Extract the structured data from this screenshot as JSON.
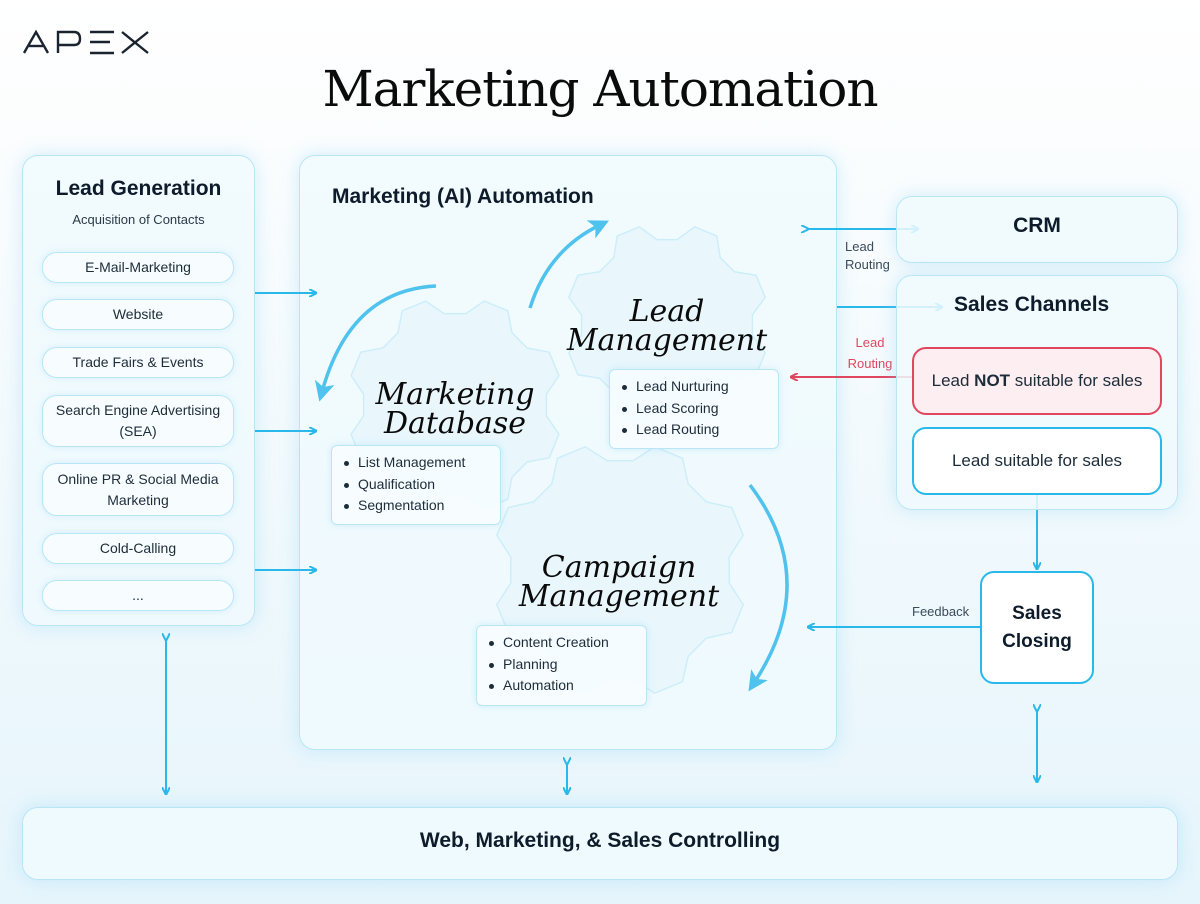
{
  "brand": {
    "logo_text": "APEX"
  },
  "title": "Marketing Automation",
  "lead_generation": {
    "title": "Lead Generation",
    "subtitle": "Acquisition of Contacts",
    "items": [
      "E-Mail-Marketing",
      "Website",
      "Trade Fairs & Events",
      "Search Engine Advertising (SEA)",
      "Online PR & Social Media Marketing",
      "Cold-Calling",
      "..."
    ]
  },
  "automation": {
    "title": "Marketing (AI) Automation",
    "gears": {
      "database": {
        "title_line1": "Marketing",
        "title_line2": "Database",
        "bullets": [
          "List Management",
          "Qualification",
          "Segmentation"
        ]
      },
      "lead": {
        "title_line1": "Lead",
        "title_line2": "Management",
        "bullets": [
          "Lead Nurturing",
          "Lead Scoring",
          "Lead Routing"
        ]
      },
      "campaign": {
        "title_line1": "Campaign",
        "title_line2": "Management",
        "bullets": [
          "Content Creation",
          "Planning",
          "Automation"
        ]
      }
    }
  },
  "crm": {
    "label": "CRM"
  },
  "routing_labels": {
    "crm_line1": "Lead",
    "crm_line2": "Routing",
    "red_line1": "Lead",
    "red_line2": "Routing",
    "feedback": "Feedback"
  },
  "sales_channels": {
    "title": "Sales Channels",
    "not_suitable_pre": "Lead ",
    "not_suitable_bold": "NOT",
    "not_suitable_post": " suitable for sales",
    "suitable": "Lead suitable for sales"
  },
  "sales_closing": {
    "line1": "Sales",
    "line2": "Closing"
  },
  "controlling": {
    "label": "Web, Marketing, & Sales Controlling"
  },
  "colors": {
    "accent": "#29b8ea",
    "alert": "#e0475f",
    "panel_border": "#b9e6f7"
  }
}
